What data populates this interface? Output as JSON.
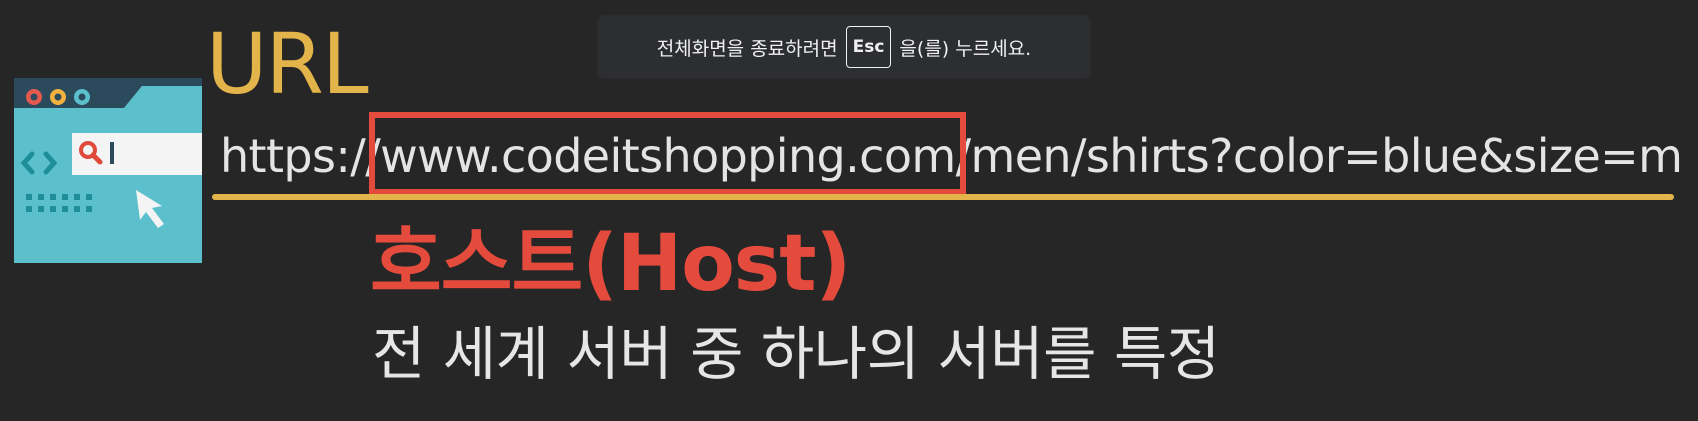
{
  "slide": {
    "title": "URL",
    "url": {
      "prefix": "https:/",
      "host": "/www.codeitshopping.com/",
      "suffix": "men/shirts?color=blue&size=m"
    },
    "host_title": "호스트(Host)",
    "description": "전 세계 서버 중 하나의 서버를 특정"
  },
  "fullscreen_toast": {
    "before": "전체화면을 종료하려면",
    "key": "Esc",
    "after": "을(를) 누르세요."
  },
  "colors": {
    "background": "#262626",
    "accent_yellow": "#e3b44a",
    "accent_red": "#e54b3c",
    "text": "#e4e4e4"
  },
  "icons": {
    "illustration": "browser-window-search-illustration"
  }
}
